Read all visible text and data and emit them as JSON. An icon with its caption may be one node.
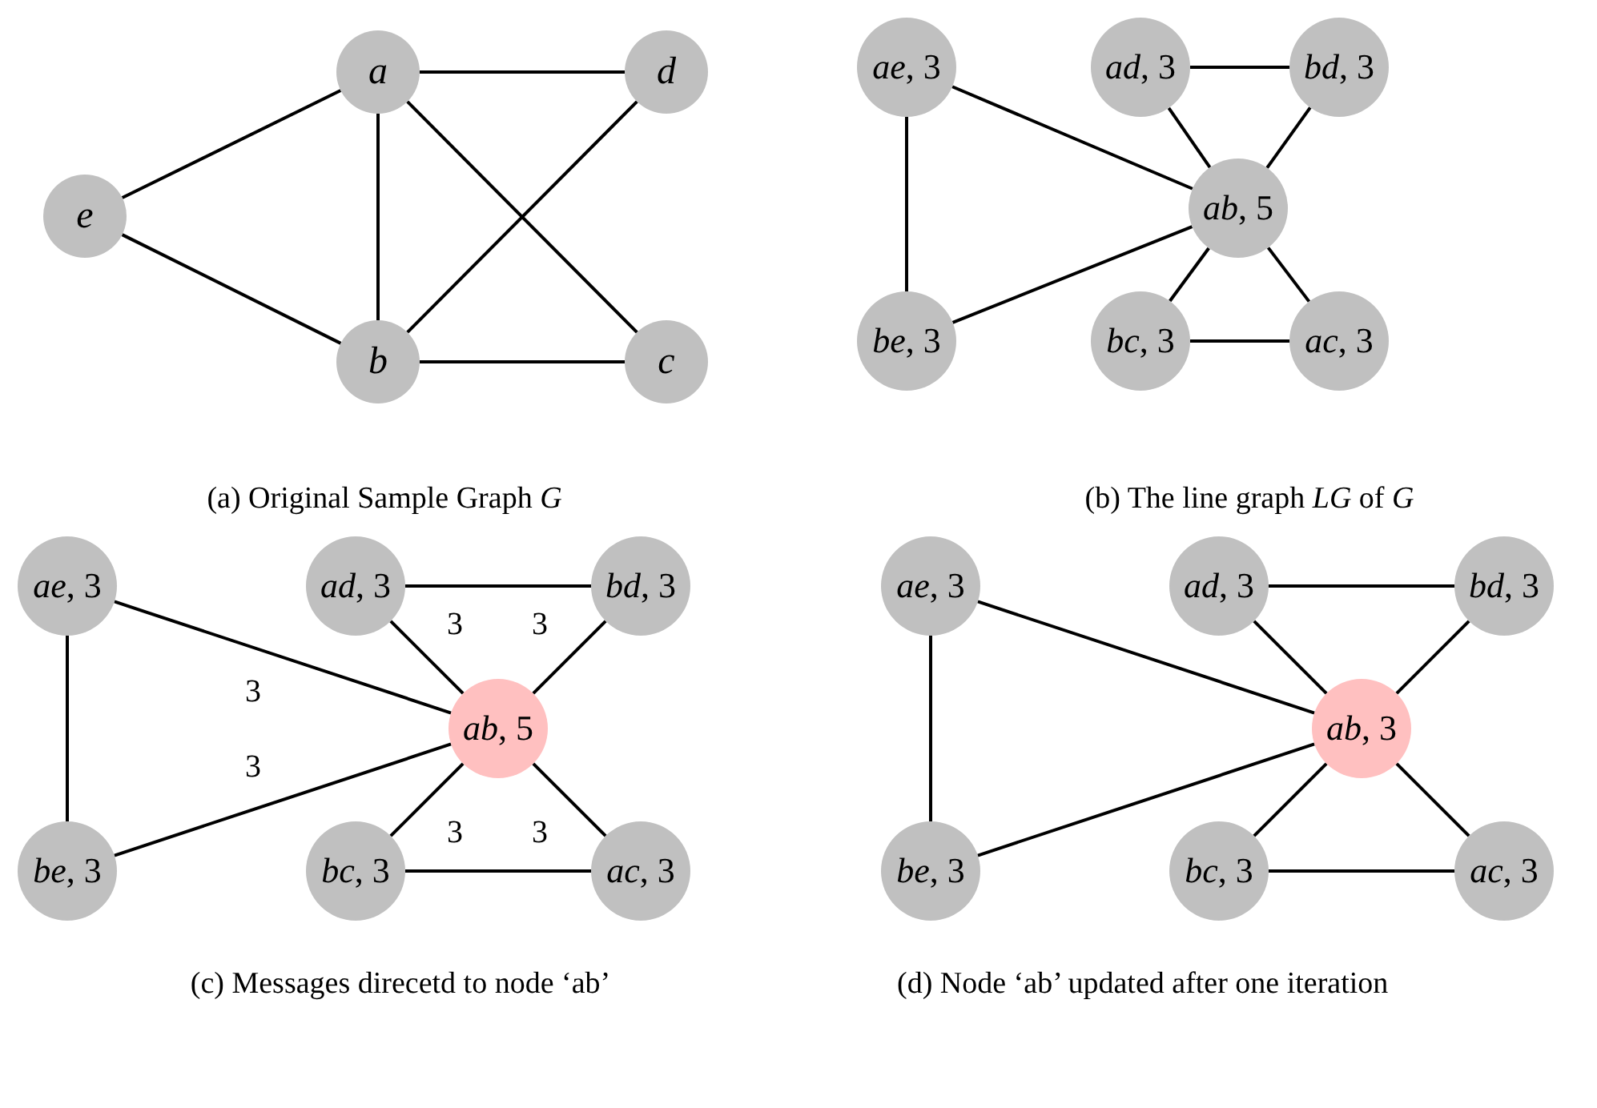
{
  "diagram": {
    "nodes": [
      {
        "text": [
          "*a*"
        ]
      },
      {
        "text": [
          "*d*"
        ]
      },
      {
        "text": [
          "*e*"
        ]
      },
      {
        "text": [
          "*b*"
        ]
      },
      {
        "text": [
          "*c*"
        ]
      },
      {
        "text": [
          "*ae*, 3"
        ]
      },
      {
        "text": [
          "*ad*, 3"
        ]
      },
      {
        "text": [
          "*bd*, 3"
        ]
      },
      {
        "text": [
          "*ab*, 5"
        ]
      },
      {
        "text": [
          "*be*, 3"
        ]
      },
      {
        "text": [
          "*bc*, 3"
        ]
      },
      {
        "text": [
          "*ac*, 3"
        ]
      },
      {
        "text": [
          "*ae*, 3"
        ]
      },
      {
        "text": [
          "*ad*, 3"
        ]
      },
      {
        "text": [
          "*bd*, 3"
        ]
      },
      {
        "text": [
          "*ab*, 5"
        ]
      },
      {
        "text": [
          "*be*, 3"
        ]
      },
      {
        "text": [
          "*bc*, 3"
        ]
      },
      {
        "text": [
          "*ac*, 3"
        ]
      },
      {
        "text": [
          "*ae*, 3"
        ]
      },
      {
        "text": [
          "*ad*, 3"
        ]
      },
      {
        "text": [
          "*bd*, 3"
        ]
      },
      {
        "text": [
          "*ab*, 3"
        ]
      },
      {
        "text": [
          "*be*, 3"
        ]
      },
      {
        "text": [
          "*bc*, 3"
        ]
      },
      {
        "text": [
          "*ac*, 3"
        ]
      }
    ],
    "edges": [
      {
        "from": 0,
        "to": 1,
        "arrow": "none"
      },
      {
        "from": 0,
        "to": 2,
        "arrow": "none"
      },
      {
        "from": 0,
        "to": 3,
        "arrow": "none"
      },
      {
        "from": 0,
        "to": 4,
        "arrow": "none"
      },
      {
        "from": 3,
        "to": 1,
        "arrow": "none"
      },
      {
        "from": 2,
        "to": 3,
        "arrow": "none"
      },
      {
        "from": 3,
        "to": 4,
        "arrow": "none"
      },
      {
        "from": 5,
        "to": 9,
        "arrow": "none"
      },
      {
        "from": 5,
        "to": 8,
        "arrow": "none"
      },
      {
        "from": 9,
        "to": 8,
        "arrow": "none"
      },
      {
        "from": 6,
        "to": 7,
        "arrow": "none"
      },
      {
        "from": 6,
        "to": 8,
        "arrow": "none"
      },
      {
        "from": 7,
        "to": 8,
        "arrow": "none"
      },
      {
        "from": 10,
        "to": 8,
        "arrow": "none"
      },
      {
        "from": 11,
        "to": 8,
        "arrow": "none"
      },
      {
        "from": 10,
        "to": 11,
        "arrow": "none"
      },
      {
        "from": 12,
        "to": 16,
        "arrow": "none"
      },
      {
        "from": 12,
        "to": 15,
        "arrow": "none",
        "label": "3"
      },
      {
        "from": 16,
        "to": 15,
        "arrow": "none",
        "label": "3"
      },
      {
        "from": 13,
        "to": 14,
        "arrow": "none"
      },
      {
        "from": 13,
        "to": 15,
        "arrow": "none",
        "label": "3"
      },
      {
        "from": 14,
        "to": 15,
        "arrow": "none",
        "label": "3"
      },
      {
        "from": 17,
        "to": 15,
        "arrow": "none",
        "label": "3"
      },
      {
        "from": 18,
        "to": 15,
        "arrow": "none",
        "label": "3"
      },
      {
        "from": 17,
        "to": 18,
        "arrow": "none"
      },
      {
        "from": 19,
        "to": 23,
        "arrow": "none"
      },
      {
        "from": 19,
        "to": 22,
        "arrow": "none"
      },
      {
        "from": 23,
        "to": 22,
        "arrow": "none"
      },
      {
        "from": 20,
        "to": 21,
        "arrow": "none"
      },
      {
        "from": 20,
        "to": 22,
        "arrow": "none"
      },
      {
        "from": 21,
        "to": 22,
        "arrow": "none"
      },
      {
        "from": 24,
        "to": 22,
        "arrow": "none"
      },
      {
        "from": 25,
        "to": 22,
        "arrow": "none"
      },
      {
        "from": 24,
        "to": 25,
        "arrow": "none"
      }
    ],
    "labels": [
      "(a) Original Sample Graph *G*",
      "(b) The line graph *LG* of *G*",
      "(c) Messages direcetd to node ‘ab’",
      "(d) Node ‘ab’ updated after one iteration"
    ]
  }
}
